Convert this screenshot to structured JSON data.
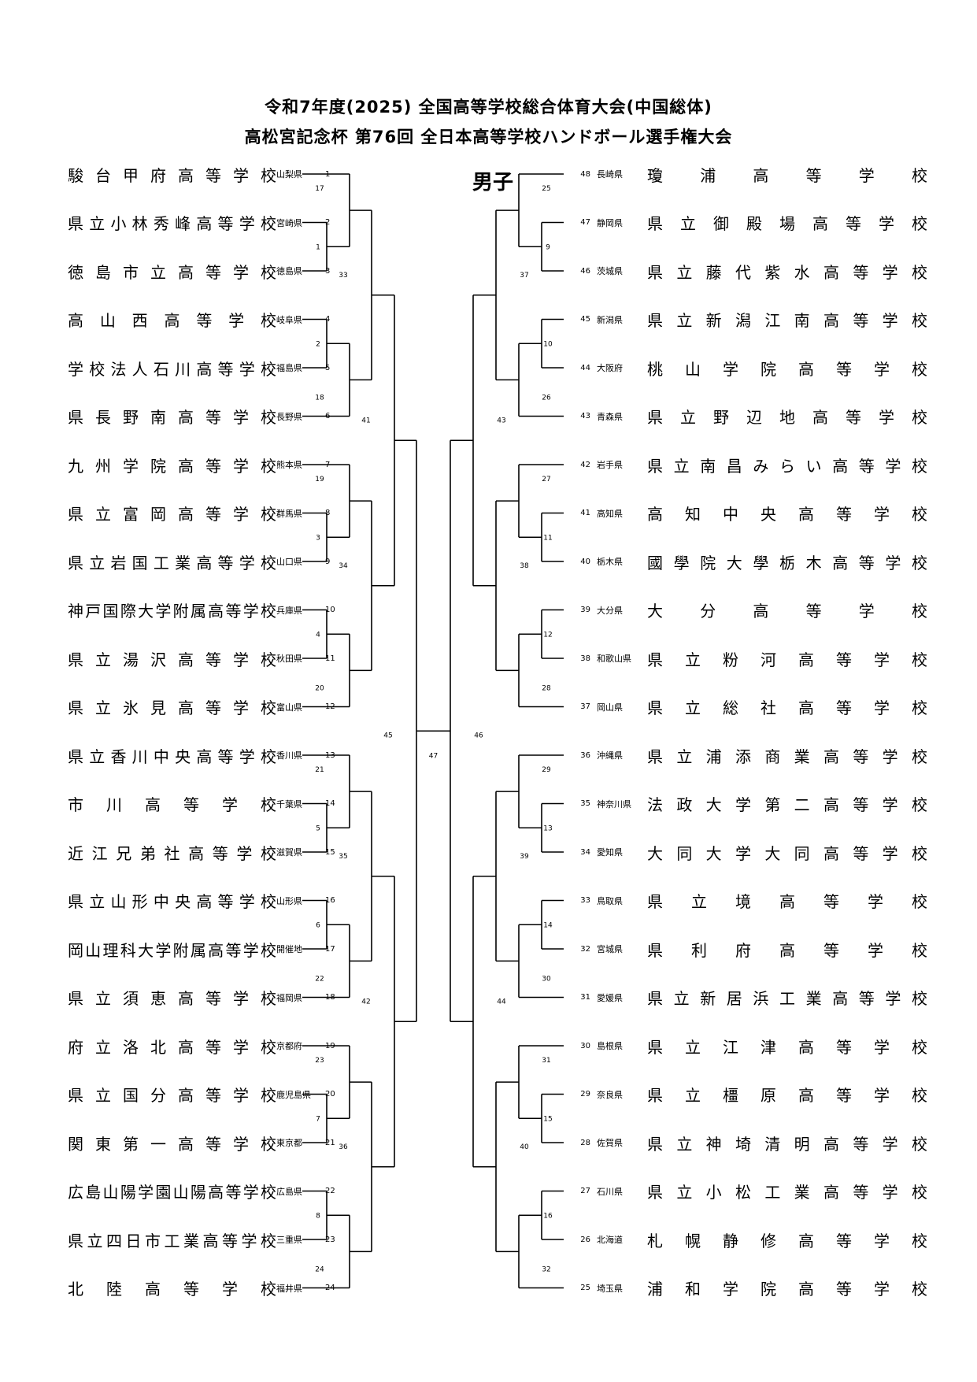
{
  "header": {
    "title_line1": "令和7年度(2025)  全国高等学校総合体育大会(中国総体)",
    "title_line2": "高松宮記念杯  第76回  全日本高等学校ハンドボール選手権大会",
    "division": "男子"
  },
  "left_teams": [
    {
      "seed": "1",
      "name": "駿台甲府高等学校",
      "pref": "山梨県"
    },
    {
      "seed": "2",
      "name": "県立小林秀峰高等学校",
      "pref": "宮崎県"
    },
    {
      "seed": "3",
      "name": "徳島市立高等学校",
      "pref": "徳島県"
    },
    {
      "seed": "4",
      "name": "高山西高等学校",
      "pref": "岐阜県"
    },
    {
      "seed": "5",
      "name": "学校法人石川高等学校",
      "pref": "福島県"
    },
    {
      "seed": "6",
      "name": "県長野南高等学校",
      "pref": "長野県"
    },
    {
      "seed": "7",
      "name": "九州学院高等学校",
      "pref": "熊本県"
    },
    {
      "seed": "8",
      "name": "県立富岡高等学校",
      "pref": "群馬県"
    },
    {
      "seed": "9",
      "name": "県立岩国工業高等学校",
      "pref": "山口県"
    },
    {
      "seed": "10",
      "name": "神戸国際大学附属高等学校",
      "pref": "兵庫県"
    },
    {
      "seed": "11",
      "name": "県立湯沢高等学校",
      "pref": "秋田県"
    },
    {
      "seed": "12",
      "name": "県立氷見高等学校",
      "pref": "富山県"
    },
    {
      "seed": "13",
      "name": "県立香川中央高等学校",
      "pref": "香川県"
    },
    {
      "seed": "14",
      "name": "市川高等学校",
      "pref": "千葉県"
    },
    {
      "seed": "15",
      "name": "近江兄弟社高等学校",
      "pref": "滋賀県"
    },
    {
      "seed": "16",
      "name": "県立山形中央高等学校",
      "pref": "山形県"
    },
    {
      "seed": "17",
      "name": "岡山理科大学附属高等学校",
      "pref": "開催地"
    },
    {
      "seed": "18",
      "name": "県立須恵高等学校",
      "pref": "福岡県"
    },
    {
      "seed": "19",
      "name": "府立洛北高等学校",
      "pref": "京都府"
    },
    {
      "seed": "20",
      "name": "県立国分高等学校",
      "pref": "鹿児島県"
    },
    {
      "seed": "21",
      "name": "関東第一高等学校",
      "pref": "東京都"
    },
    {
      "seed": "22",
      "name": "広島山陽学園山陽高等学校",
      "pref": "広島県"
    },
    {
      "seed": "23",
      "name": "県立四日市工業高等学校",
      "pref": "三重県"
    },
    {
      "seed": "24",
      "name": "北陸高等学校",
      "pref": "福井県"
    }
  ],
  "right_teams": [
    {
      "seed": "48",
      "name": "瓊浦高等学校",
      "pref": "長崎県"
    },
    {
      "seed": "47",
      "name": "県立御殿場高等学校",
      "pref": "静岡県"
    },
    {
      "seed": "46",
      "name": "県立藤代紫水高等学校",
      "pref": "茨城県"
    },
    {
      "seed": "45",
      "name": "県立新潟江南高等学校",
      "pref": "新潟県"
    },
    {
      "seed": "44",
      "name": "桃山学院高等学校",
      "pref": "大阪府"
    },
    {
      "seed": "43",
      "name": "県立野辺地高等学校",
      "pref": "青森県"
    },
    {
      "seed": "42",
      "name": "県立南昌みらい高等学校",
      "pref": "岩手県"
    },
    {
      "seed": "41",
      "name": "高知中央高等学校",
      "pref": "高知県"
    },
    {
      "seed": "40",
      "name": "國學院大學栃木高等学校",
      "pref": "栃木県"
    },
    {
      "seed": "39",
      "name": "大分高等学校",
      "pref": "大分県"
    },
    {
      "seed": "38",
      "name": "県立粉河高等学校",
      "pref": "和歌山県"
    },
    {
      "seed": "37",
      "name": "県立総社高等学校",
      "pref": "岡山県"
    },
    {
      "seed": "36",
      "name": "県立浦添商業高等学校",
      "pref": "沖縄県"
    },
    {
      "seed": "35",
      "name": "法政大学第二高等学校",
      "pref": "神奈川県"
    },
    {
      "seed": "34",
      "name": "大同大学大同高等学校",
      "pref": "愛知県"
    },
    {
      "seed": "33",
      "name": "県立境高等学校",
      "pref": "鳥取県"
    },
    {
      "seed": "32",
      "name": "県利府高等学校",
      "pref": "宮城県"
    },
    {
      "seed": "31",
      "name": "県立新居浜工業高等学校",
      "pref": "愛媛県"
    },
    {
      "seed": "30",
      "name": "県立江津高等学校",
      "pref": "島根県"
    },
    {
      "seed": "29",
      "name": "県立橿原高等学校",
      "pref": "奈良県"
    },
    {
      "seed": "28",
      "name": "県立神埼清明高等学校",
      "pref": "佐賀県"
    },
    {
      "seed": "27",
      "name": "県立小松工業高等学校",
      "pref": "石川県"
    },
    {
      "seed": "26",
      "name": "札幌静修高等学校",
      "pref": "北海道"
    },
    {
      "seed": "25",
      "name": "浦和学院高等学校",
      "pref": "埼玉県"
    }
  ],
  "groups": {
    "left": [
      {
        "r1": "1",
        "top": "17",
        "bottom": null
      },
      {
        "r1": "2",
        "top": null,
        "bottom": "18"
      },
      {
        "r1": "3",
        "top": "19",
        "bottom": null
      },
      {
        "r1": "4",
        "top": null,
        "bottom": "20"
      },
      {
        "r1": "5",
        "top": "21",
        "bottom": null
      },
      {
        "r1": "6",
        "top": null,
        "bottom": "22"
      },
      {
        "r1": "7",
        "top": "23",
        "bottom": null
      },
      {
        "r1": "8",
        "top": null,
        "bottom": "24"
      }
    ],
    "right": [
      {
        "r1": "9",
        "top": "25",
        "bottom": null
      },
      {
        "r1": "10",
        "top": null,
        "bottom": "26"
      },
      {
        "r1": "11",
        "top": "27",
        "bottom": null
      },
      {
        "r1": "12",
        "top": null,
        "bottom": "28"
      },
      {
        "r1": "13",
        "top": "29",
        "bottom": null
      },
      {
        "r1": "14",
        "top": null,
        "bottom": "30"
      },
      {
        "r1": "15",
        "top": "31",
        "bottom": null
      },
      {
        "r1": "16",
        "top": null,
        "bottom": "32"
      }
    ]
  },
  "rounds": {
    "left_r3": [
      "33",
      "34",
      "35",
      "36"
    ],
    "left_r4": [
      "41",
      "42"
    ],
    "right_r3": [
      "37",
      "38",
      "39",
      "40"
    ],
    "right_r4": [
      "43",
      "44"
    ],
    "semi_left": "45",
    "semi_right": "46",
    "final": "47"
  }
}
